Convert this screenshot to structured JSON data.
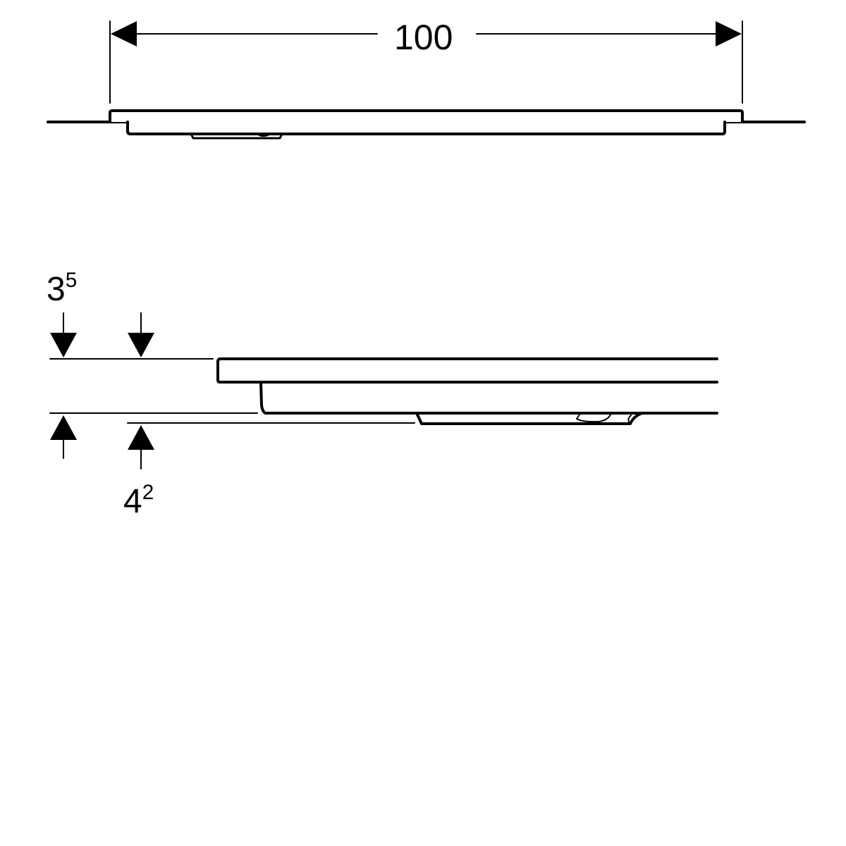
{
  "drawing": {
    "line_color": "#000000",
    "background": "#ffffff",
    "dimensions": {
      "width": {
        "value": "100"
      },
      "thickness_top": {
        "main": "3",
        "sup": "5"
      },
      "thickness_bottom": {
        "main": "4",
        "sup": "2"
      }
    }
  }
}
